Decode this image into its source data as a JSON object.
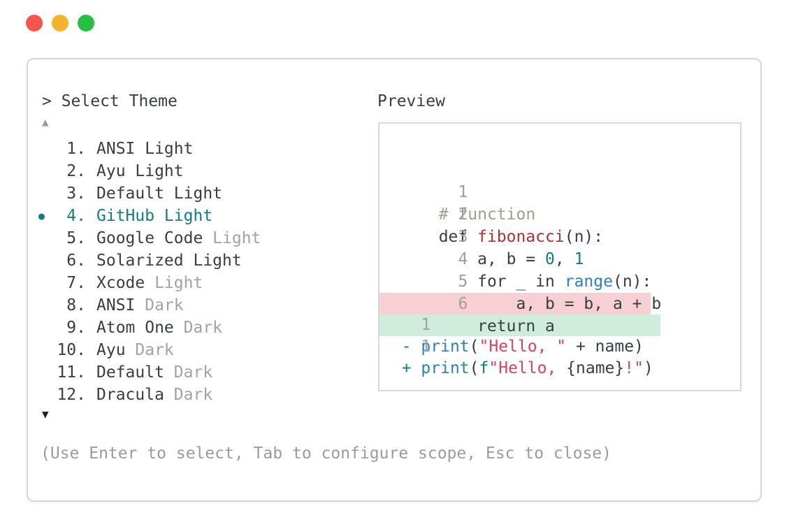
{
  "window": {
    "prompt": "> Select Theme",
    "footer": "(Use Enter to select, Tab to configure scope, Esc to close)",
    "traffic_lights": {
      "close": "#F4564E",
      "minimize": "#F3B32D",
      "maximize": "#27C043"
    }
  },
  "theme_list": {
    "scroll_up": "▲",
    "scroll_down": "▼",
    "bullet": "●",
    "selected_index": 3,
    "items": [
      {
        "number": "1.",
        "name": "ANSI Light",
        "dim": "",
        "selected": false
      },
      {
        "number": "2.",
        "name": "Ayu Light",
        "dim": "",
        "selected": false
      },
      {
        "number": "3.",
        "name": "Default Light",
        "dim": "",
        "selected": false
      },
      {
        "number": "4.",
        "name": "GitHub Light",
        "dim": "",
        "selected": true
      },
      {
        "number": "5.",
        "name": "Google Code",
        "dim": "Light",
        "selected": false
      },
      {
        "number": "6.",
        "name": "Solarized Light",
        "dim": "",
        "selected": false
      },
      {
        "number": "7.",
        "name": "Xcode",
        "dim": "Light",
        "selected": false
      },
      {
        "number": "8.",
        "name": "ANSI",
        "dim": "Dark",
        "selected": false
      },
      {
        "number": "9.",
        "name": "Atom One",
        "dim": "Dark",
        "selected": false
      },
      {
        "number": "10.",
        "name": "Ayu",
        "dim": "Dark",
        "selected": false
      },
      {
        "number": "11.",
        "name": "Default",
        "dim": "Dark",
        "selected": false
      },
      {
        "number": "12.",
        "name": "Dracula",
        "dim": "Dark",
        "selected": false
      }
    ]
  },
  "preview": {
    "title": "Preview",
    "code_lines": [
      {
        "num": "1",
        "segs": [
          {
            "t": "# function",
            "c": "comment"
          }
        ]
      },
      {
        "num": "2",
        "segs": [
          {
            "t": "def ",
            "c": "fg"
          },
          {
            "t": "fibonacci",
            "c": "func"
          },
          {
            "t": "(n):",
            "c": "fg"
          }
        ]
      },
      {
        "num": "3",
        "segs": [
          {
            "t": "    a, b = ",
            "c": "fg"
          },
          {
            "t": "0",
            "c": "teal"
          },
          {
            "t": ", ",
            "c": "fg"
          },
          {
            "t": "1",
            "c": "teal"
          }
        ]
      },
      {
        "num": "4",
        "segs": [
          {
            "t": "    for _ in ",
            "c": "fg"
          },
          {
            "t": "range",
            "c": "blue"
          },
          {
            "t": "(n):",
            "c": "fg"
          }
        ]
      },
      {
        "num": "5",
        "segs": [
          {
            "t": "        a, b = b, a + b",
            "c": "fg"
          }
        ]
      },
      {
        "num": "6",
        "segs": [
          {
            "t": "    return a",
            "c": "fg"
          }
        ]
      }
    ],
    "diff_lines": [
      {
        "num": "1",
        "kind": "removed",
        "segs": [
          {
            "t": "- ",
            "c": "teal"
          },
          {
            "t": "print",
            "c": "blue"
          },
          {
            "t": "(",
            "c": "fg"
          },
          {
            "t": "\"Hello, \"",
            "c": "str"
          },
          {
            "t": " + name)",
            "c": "fg"
          }
        ]
      },
      {
        "num": "1",
        "kind": "added",
        "segs": [
          {
            "t": "+ ",
            "c": "teal"
          },
          {
            "t": "print",
            "c": "blue"
          },
          {
            "t": "(",
            "c": "fg"
          },
          {
            "t": "f",
            "c": "teal"
          },
          {
            "t": "\"Hello, ",
            "c": "str"
          },
          {
            "t": "{name}",
            "c": "fg"
          },
          {
            "t": "!\"",
            "c": "str"
          },
          {
            "t": ")",
            "c": "fg"
          }
        ]
      }
    ]
  },
  "colors": {
    "foreground": "#373E44",
    "dim_text": "#A2A2A2",
    "line_number": "#9F9F9F",
    "accent_teal": "#0F7F7E",
    "keyword_blue": "#2E7FBA",
    "string_red": "#E04358",
    "function_red": "#A93438",
    "comment_sage": "#9AA18C",
    "diff_removed_bg": "#F8D0D3",
    "diff_added_bg": "#CFECDC",
    "window_border": "#D7D7D7"
  }
}
